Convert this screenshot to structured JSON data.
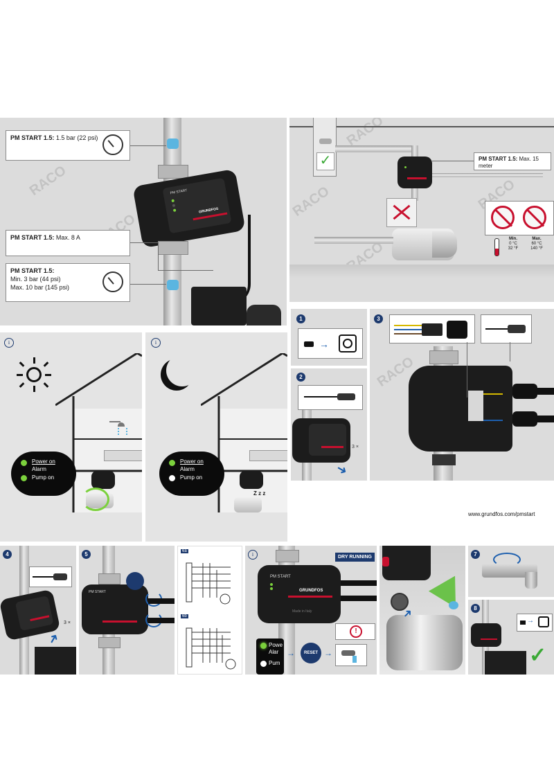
{
  "brand": {
    "logo": "GRUNDFOS",
    "device_model": "PM START",
    "watermark": "RACO"
  },
  "panel_a": {
    "callouts": [
      {
        "label": "PM START 1.5:",
        "text": "1.5 bar (22 psi)"
      },
      {
        "label": "PM START 1.5:",
        "text": "Max. 8 A"
      },
      {
        "label": "PM START 1.5:",
        "line1": "Min. 3 bar (44 psi)",
        "line2": "Max. 10 bar (145 psi)"
      }
    ]
  },
  "panel_b": {
    "callout": {
      "label": "PM START 1.5:",
      "text": "Max. 15 meter"
    },
    "temperature": {
      "min_label": "Min.",
      "min_c": "0 °C",
      "min_f": "32 °F",
      "max_label": "Max.",
      "max_c": "60 °C",
      "max_f": "140 °F"
    }
  },
  "day_panel": {
    "info_icon": "i",
    "status": {
      "power_on": "Power on",
      "alarm": "Alarm",
      "pump_on": "Pump on"
    }
  },
  "night_panel": {
    "info_icon": "i",
    "status": {
      "power_on": "Power on",
      "alarm": "Alarm",
      "pump_on": "Pump on"
    },
    "sleep": "Z z z"
  },
  "steps": {
    "s1": "1",
    "s2": "2",
    "s3": "3",
    "s4": "4",
    "s5": "5",
    "s6a": "6a",
    "s6b": "6b",
    "s7": "7",
    "s8": "8",
    "repeat_3x": "3 ×"
  },
  "website": "www.grundfos.com/pmstart",
  "dry_running": {
    "info_icon": "i",
    "badge": "DRY RUNNING",
    "reset_button": "RESET",
    "alert_icon": "!",
    "status_partial": {
      "power": "Powe",
      "alarm": "Alar",
      "pump": "Pum"
    },
    "made_in": "Made in Italy"
  }
}
